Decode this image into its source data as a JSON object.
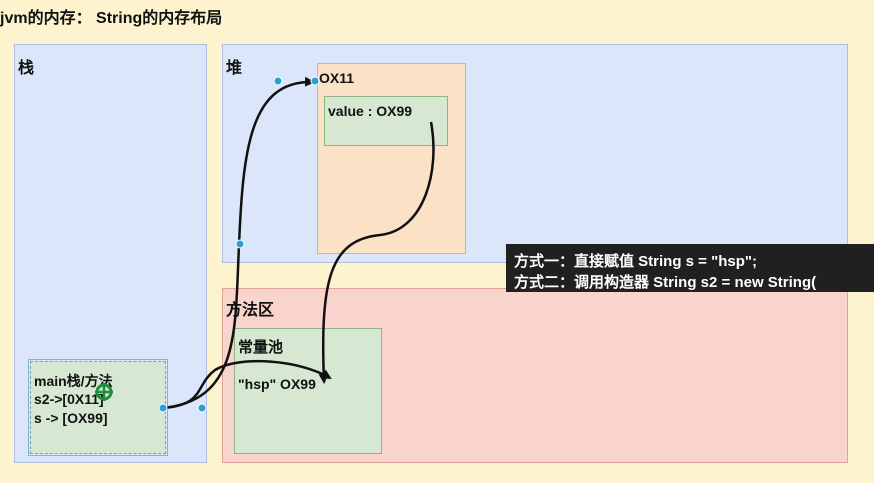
{
  "title": "jvm的内存： String的内存布局",
  "regions": {
    "stack": "栈",
    "heap": "堆",
    "method_area": "方法区"
  },
  "heap_object": {
    "address": "OX11",
    "field": "value : OX99"
  },
  "constant_pool": {
    "label": "常量池",
    "entry": "\"hsp\" OX99"
  },
  "stack_frame": {
    "title": "main栈/方法",
    "s2": "s2->[0X11]",
    "s": "s -> [OX99]"
  },
  "caption": {
    "line1": "方式一：直接赋值 String s = \"hsp\";",
    "line2": "方式二：调用构造器 String s2 = new String("
  },
  "icons": {
    "cursor": "move-cursor-icon",
    "arrow": "arrow-head-icon"
  },
  "colors": {
    "background": "#fdf3cf",
    "stack_fill": "#dbe6fb",
    "heap_fill": "#dbe6fb",
    "method_fill": "#f8d4cc",
    "object_fill": "#fbe2c6",
    "field_fill": "#d6e8d1",
    "handle": "#2a9fd8",
    "caption_bg": "#202020"
  }
}
